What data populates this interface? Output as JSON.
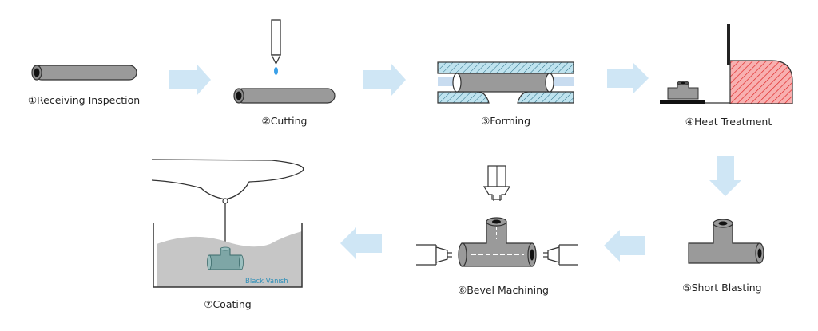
{
  "steps": [
    {
      "label": "①Receiving Inspection"
    },
    {
      "label": "②Cutting"
    },
    {
      "label": "③Forming"
    },
    {
      "label": "④Heat Treatment"
    },
    {
      "label": "⑤Short Blasting"
    },
    {
      "label": "⑥Bevel Machining"
    },
    {
      "label": "⑦Coating"
    }
  ],
  "coating_tank_label": "Black Vanish",
  "colors": {
    "arrow": "#cfe6f5",
    "pipe": "#9a9a9a",
    "pipe_outline": "#333333",
    "die": "#bfe3ef",
    "furnace": "#f07070",
    "liquid": "#c6c6c6",
    "flame": "#3aa0e8"
  }
}
